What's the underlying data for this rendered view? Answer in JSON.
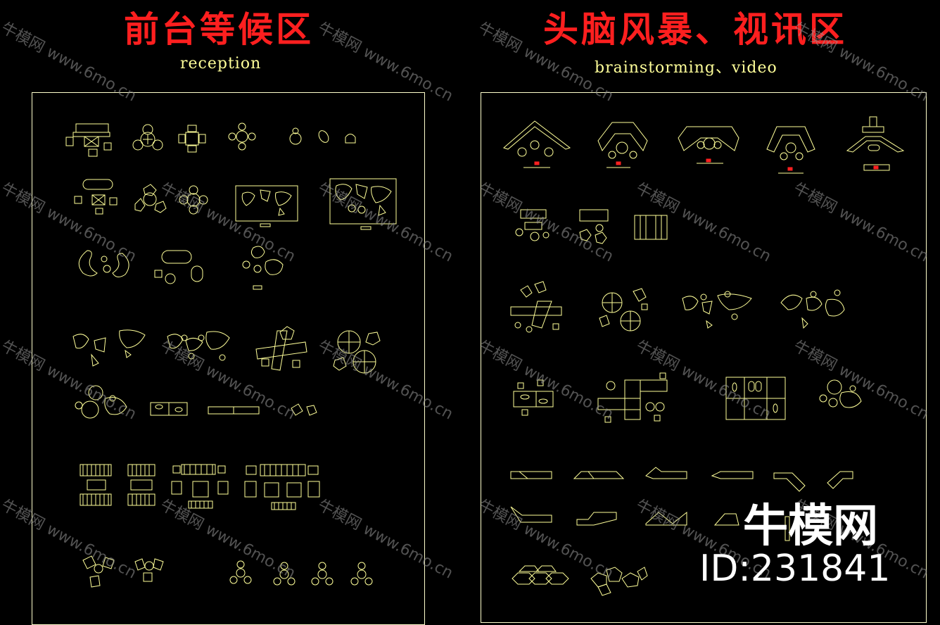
{
  "left_section": {
    "title_cn": "前台等候区",
    "title_en": "reception"
  },
  "right_section": {
    "title_cn": "头脑风暴、视讯区",
    "title_en": "brainstorming、video"
  },
  "watermark": {
    "brand_cn": "牛模网",
    "url": "www.6mo.cn"
  },
  "brand_mark": {
    "name": "牛模网",
    "id_text": "ID:231841"
  },
  "colors": {
    "title": "#ff1f1f",
    "line": "#ffff99",
    "frame": "#ffffcc",
    "accent": "#ff2020"
  }
}
